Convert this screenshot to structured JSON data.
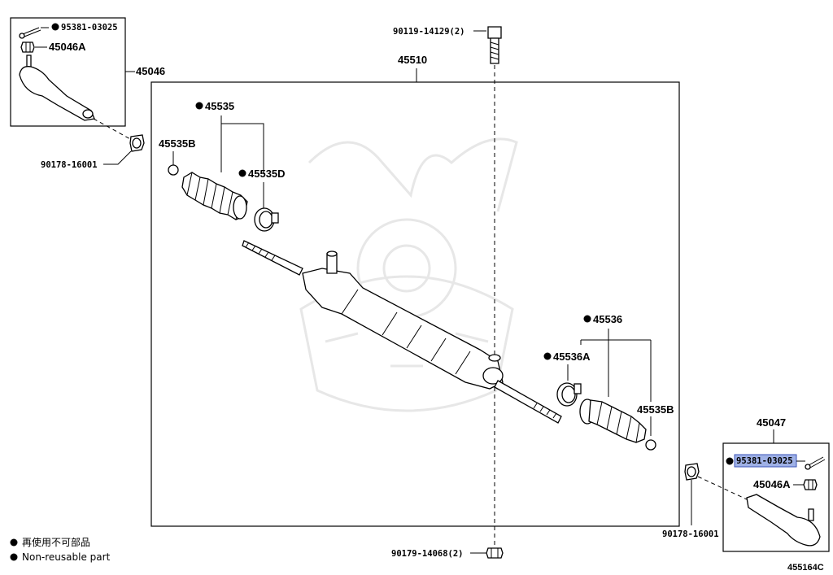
{
  "labels": {
    "tie_rod_end_left": "45046",
    "cotter_pin_left": "95381-03025",
    "nut_left": "45046A",
    "nut_bottom_left": "90178-16001",
    "bolt_top": "90119-14129(2)",
    "rack_assembly": "45510",
    "boot_left": "45535",
    "clip_left": "45535B",
    "clamp_left": "45535D",
    "boot_right": "45536",
    "clamp_right": "45536A",
    "clip_right": "45535B",
    "tie_rod_end_right": "45047",
    "cotter_pin_right": "95381-03025",
    "nut_right": "45046A",
    "nut_bottom_right": "90178-16001",
    "nut_bottom": "90179-14068(2)"
  },
  "legend": {
    "line_jp": "再使用不可部品",
    "line_en": "Non-reusable part"
  },
  "diagram_ref": "455164C",
  "colors": {
    "highlight": "#9fb1e6",
    "highlight_border": "#3b55b8"
  }
}
